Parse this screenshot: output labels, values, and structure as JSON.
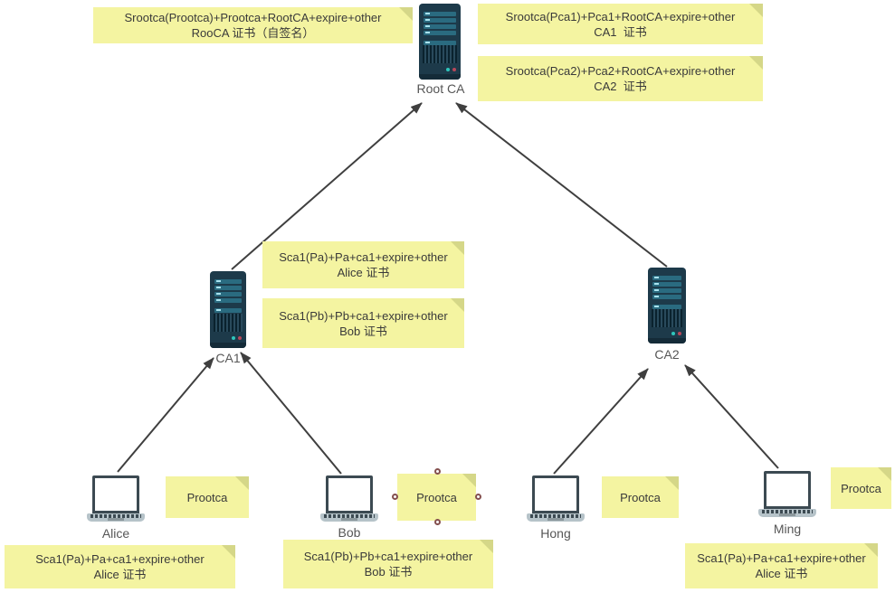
{
  "diagram": {
    "title": "certificate-hierarchy-diagram",
    "nodes": {
      "root_ca": {
        "label": "Root CA",
        "type": "server"
      },
      "ca1": {
        "label": "CA1",
        "type": "server"
      },
      "ca2": {
        "label": "CA2",
        "type": "server"
      },
      "alice": {
        "label": "Alice",
        "type": "laptop"
      },
      "bob": {
        "label": "Bob",
        "type": "laptop"
      },
      "hong": {
        "label": "Hong",
        "type": "laptop"
      },
      "ming": {
        "label": "Ming",
        "type": "laptop"
      }
    },
    "notes": {
      "root_cert": {
        "line1": "Srootca(Prootca)+Prootca+RootCA+expire+other",
        "line2": "RooCA 证书（自签名）"
      },
      "ca1_cert": {
        "line1": "Srootca(Pca1)+Pca1+RootCA+expire+other",
        "line2": "CA1  证书"
      },
      "ca2_cert": {
        "line1": "Srootca(Pca2)+Pca2+RootCA+expire+other",
        "line2": "CA2  证书"
      },
      "alice_cert_mid": {
        "line1": "Sca1(Pa)+Pa+ca1+expire+other",
        "line2": "Alice 证书"
      },
      "bob_cert_mid": {
        "line1": "Sca1(Pb)+Pb+ca1+expire+other",
        "line2": "Bob 证书"
      },
      "alice_prootca": {
        "line1": "Prootca"
      },
      "bob_prootca": {
        "line1": "Prootca",
        "selected": "true"
      },
      "hong_prootca": {
        "line1": "Prootca"
      },
      "ming_prootca": {
        "line1": "Prootca"
      },
      "alice_cert_bottom": {
        "line1": "Sca1(Pa)+Pa+ca1+expire+other",
        "line2": "Alice 证书"
      },
      "bob_cert_bottom": {
        "line1": "Sca1(Pb)+Pb+ca1+expire+other",
        "line2": "Bob 证书"
      },
      "ming_cert_bottom": {
        "line1": "Sca1(Pa)+Pa+ca1+expire+other",
        "line2": "Alice 证书"
      }
    },
    "edges": [
      {
        "from": "ca1",
        "to": "root_ca"
      },
      {
        "from": "ca2",
        "to": "root_ca"
      },
      {
        "from": "alice",
        "to": "ca1"
      },
      {
        "from": "bob",
        "to": "ca1"
      },
      {
        "from": "hong",
        "to": "ca2"
      },
      {
        "from": "ming",
        "to": "ca2"
      }
    ],
    "colors": {
      "note_fill": "#f4f4a1",
      "note_fold": "#d5d788",
      "note_text": "#3a3a3a",
      "arrow": "#3f3f3f",
      "server_body": "#1d3a4a",
      "server_bar": "#2a6b80",
      "label_text": "#565656",
      "handle_border": "#84504f"
    }
  }
}
